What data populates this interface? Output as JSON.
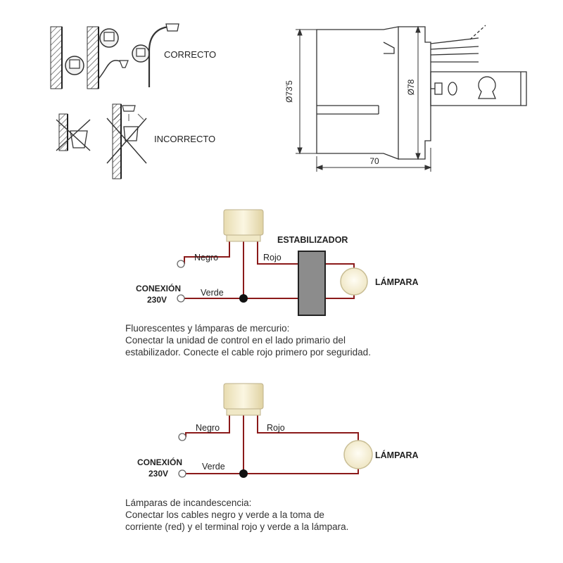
{
  "mounting": {
    "correct_label": "CORRECTO",
    "incorrect_label": "INCORRECTO"
  },
  "dimensions": {
    "height_outer": "Ø73'5",
    "height_inner": "Ø78",
    "width": "70"
  },
  "diagram1": {
    "wire_black": "Negro",
    "wire_red": "Rojo",
    "wire_green": "Verde",
    "connection": "CONEXIÓN",
    "voltage": "230V",
    "stabilizer": "ESTABILIZADOR",
    "lamp": "LÁMPARA",
    "note": [
      "Fluorescentes y lámparas de mercurio:",
      "Conectar la unidad de control en el lado primario del",
      "estabilizador. Conecte el cable rojo primero por seguridad."
    ]
  },
  "diagram2": {
    "wire_black": "Negro",
    "wire_red": "Rojo",
    "wire_green": "Verde",
    "connection": "CONEXIÓN",
    "voltage": "230V",
    "lamp": "LÁMPARA",
    "note": [
      "Lámparas de incandescencia:",
      "Conectar los cables negro y verde a la toma de",
      "corriente (red) y el terminal rojo y verde a la lámpara."
    ]
  },
  "colors": {
    "wire": "#8b1a1a",
    "sensor_cap": "#f4ecc8",
    "stabilizer": "#8c8c8c",
    "lamp": "#fbf6e2"
  }
}
